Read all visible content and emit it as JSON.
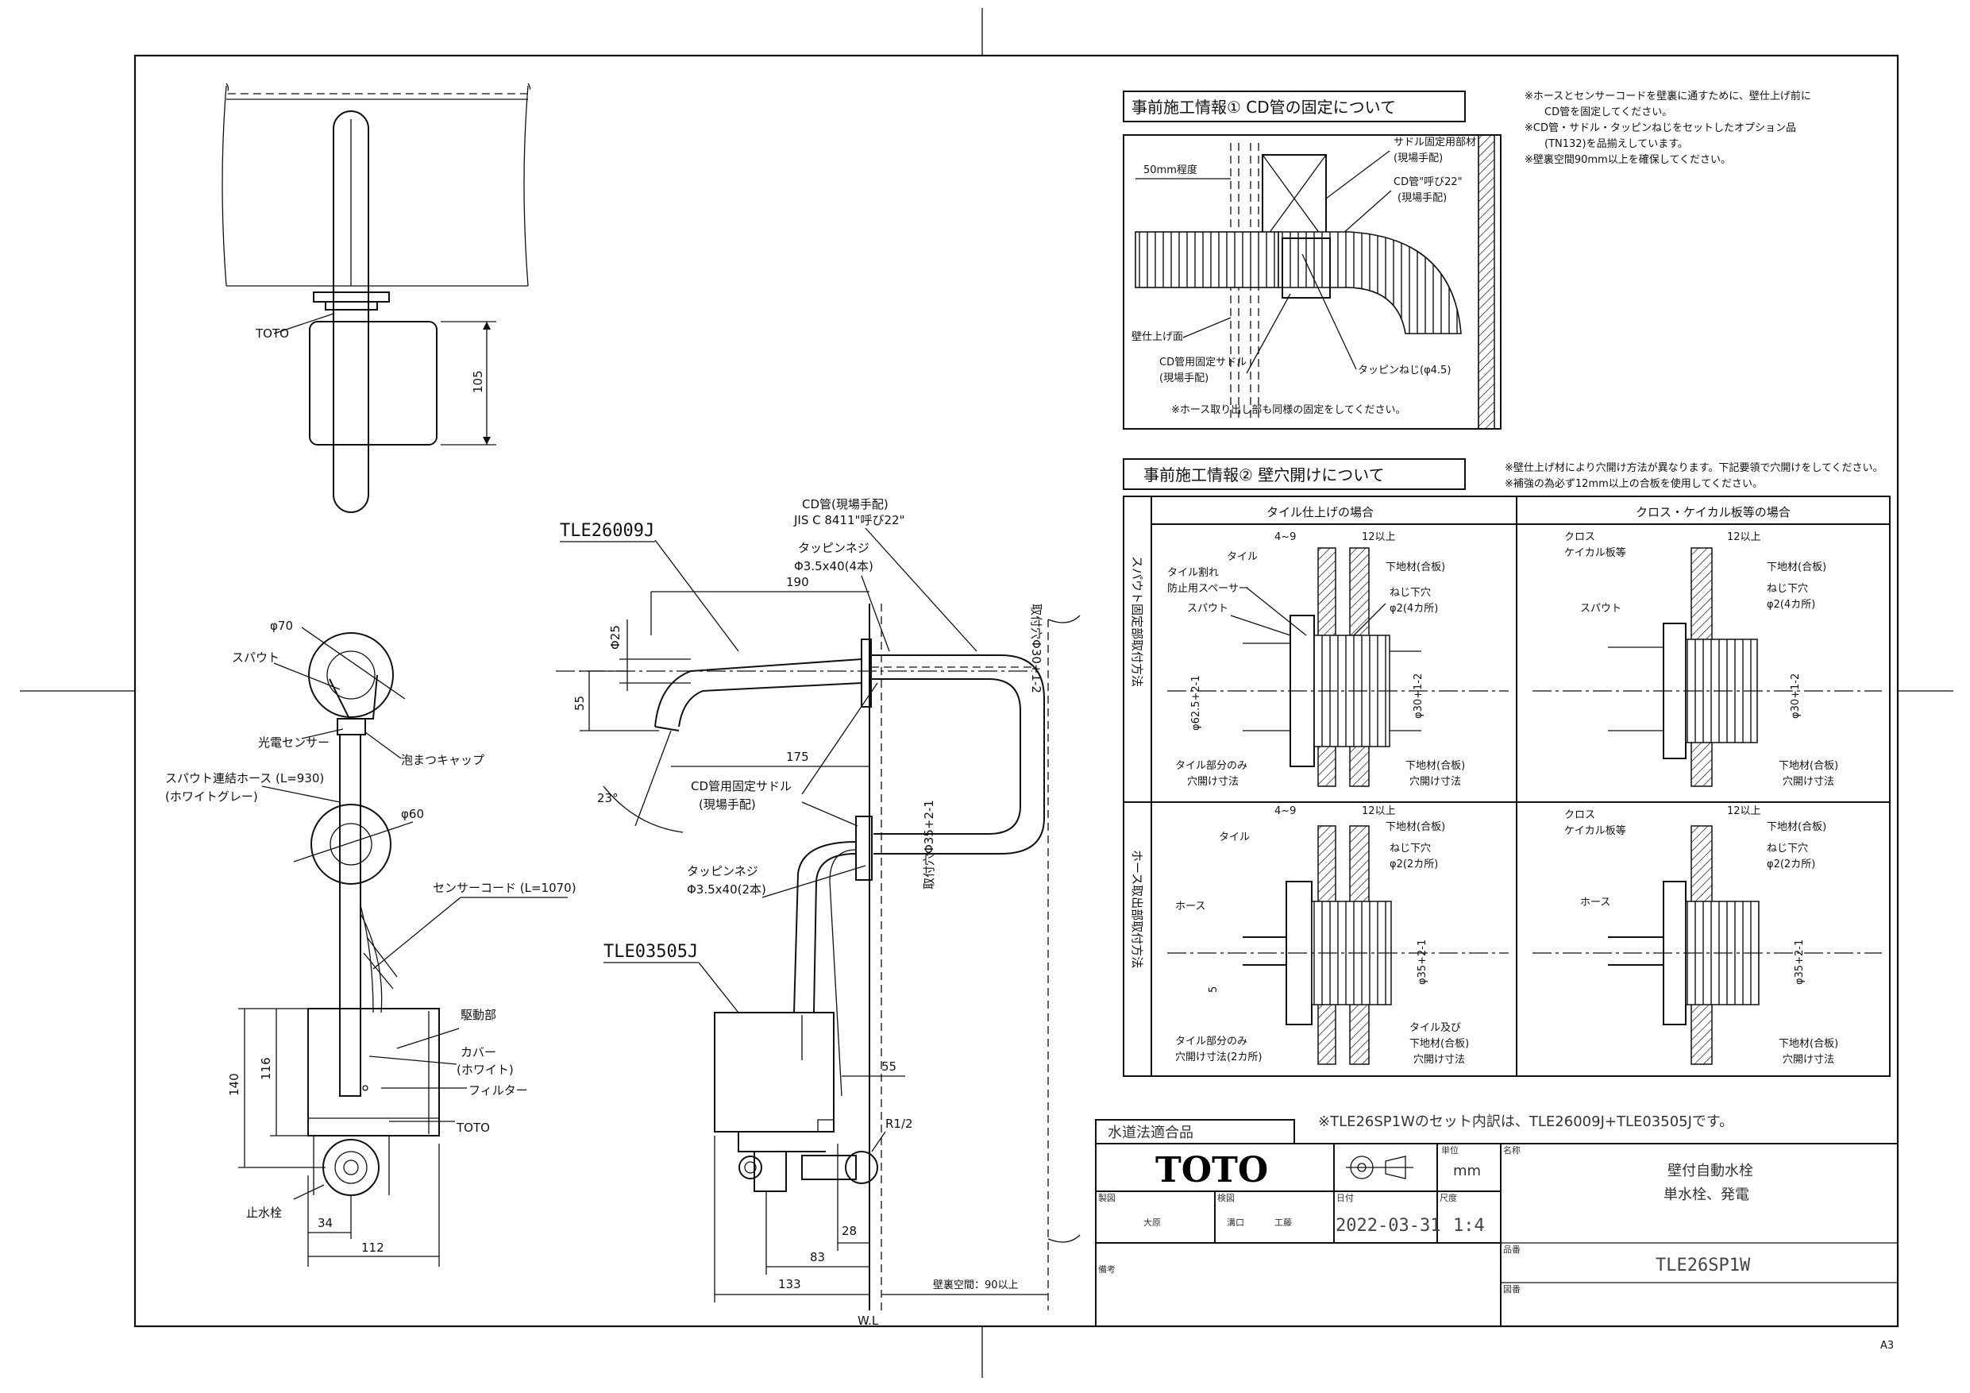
{
  "top_view": {
    "brand_label": "TOTO",
    "dim_height": "105"
  },
  "front_view": {
    "dia_70": "φ70",
    "spout": "スパウト",
    "sensor": "光電センサー",
    "foam_cap": "泡まつキャップ",
    "hose": "スパウト連結ホース (L=930)",
    "hose_color": "(ホワイトグレー)",
    "dia_60": "φ60",
    "sensor_cord": "センサーコード (L=1070)",
    "drive": "駆動部",
    "cover": "カバー",
    "cover_color": "(ホワイト)",
    "filter": "フィルター",
    "brand": "TOTO",
    "stop_valve": "止水栓",
    "dim_140": "140",
    "dim_116": "116",
    "dim_34": "34",
    "dim_112": "112"
  },
  "side_view": {
    "model_spout": "TLE26009J",
    "model_unit": "TLE03505J",
    "cd_pipe": "CD管(現場手配)",
    "cd_pipe_spec": "JIS C 8411\"呼び22\"",
    "screw1": "タッピンネジ",
    "screw1_spec": "Φ3.5x40(4本)",
    "hole30": "取付穴Φ30+1-2",
    "dim_190": "190",
    "dia_25": "Φ25",
    "dim_55": "55",
    "dim_175": "175",
    "angle": "23°",
    "saddle": "CD管用固定サドル",
    "saddle2": "(現場手配)",
    "screw2": "タッピンネジ",
    "screw2_spec": "Φ3.5x40(2本)",
    "hole35": "取付穴Φ35+2-1",
    "dim_55b": "55",
    "r12": "R1/2",
    "dim_28": "28",
    "dim_83": "83",
    "dim_133": "133",
    "wall_space": "壁裏空間：90以上",
    "wl": "W.L"
  },
  "info1": {
    "title": "事前施工情報① CD管の固定について",
    "note1": "※ホースとセンサーコードを壁裏に通すために、壁仕上げ前に",
    "note2": "CD管を固定してください。",
    "note3": "※CD管・サドル・タッピンねじをセットしたオプション品",
    "note4": "(TN132)を品揃えしています。",
    "note5": "※壁裏空間90mm以上を確保してください。",
    "approx50": "50mm程度",
    "saddle_member": "サドル固定用部材",
    "saddle_member2": "(現場手配)",
    "cd_pipe": "CD管\"呼び22\"",
    "cd_pipe2": "(現場手配)",
    "wall_finish": "壁仕上げ面",
    "cd_saddle": "CD管用固定サドル",
    "cd_saddle2": "(現場手配)",
    "tap_screw": "タッピンねじ(φ4.5)",
    "bottom_note": "※ホース取り出し部も同様の固定をしてください。"
  },
  "info2": {
    "title": "事前施工情報② 壁穴開けについて",
    "note1": "※壁仕上げ材により穴開け方法が異なります。下記要領で穴開けをしてください。",
    "note2": "※補強の為必ず12mm以上の合板を使用してください。",
    "col_tile": "タイル仕上げの場合",
    "col_cloth": "クロス・ケイカル板等の場合",
    "row_spout": "スパウト固定部取付方法",
    "row_hose": "ホース取出部取付方法",
    "d4_9": "4~9",
    "d12": "12以上",
    "tile": "タイル",
    "tile_spacer1": "タイル割れ",
    "tile_spacer2": "防止用スペーサー",
    "spout": "スパウト",
    "base_ply": "下地材(合板)",
    "screw_hole": "ねじ下穴",
    "screw_hole4": "φ2(4カ所)",
    "screw_hole2": "φ2(2カ所)",
    "d625": "φ62.5+2-1",
    "d30": "φ30+1-2",
    "d35": "φ35+2-1",
    "d5": "5",
    "tile_only1": "タイル部分のみ",
    "tile_only2": "穴開け寸法",
    "tile_only3": "穴開け寸法(2カ所)",
    "base_cut1": "下地材(合板)",
    "base_cut2": "穴開け寸法",
    "cloth": "クロス",
    "calc": "ケイカル板等",
    "hose": "ホース",
    "tile_base1": "タイル及び",
    "tile_base2": "下地材(合板)",
    "tile_base3": "穴開け寸法"
  },
  "notes": {
    "set_contents": "※TLE26SP1Wのセット内訳は、TLE26009J+TLE03505Jです。"
  },
  "title_block": {
    "approved": "水道法適合品",
    "logo": "TOTO",
    "unit_label": "単位",
    "unit": "mm",
    "name_label": "名称",
    "name": "壁付自動水栓",
    "subname": "単水栓、発電",
    "drawn_label": "製図",
    "drawn": "大原",
    "check_label": "検図",
    "check1": "溝口",
    "check2": "工藤",
    "date_label": "日付",
    "date": "2022-03-31",
    "scale_label": "尺度",
    "scale": "1:4",
    "code_label": "品番",
    "code": "TLE26SP1W",
    "remark_label": "備考",
    "ref_label": "図番",
    "paper": "A3"
  }
}
